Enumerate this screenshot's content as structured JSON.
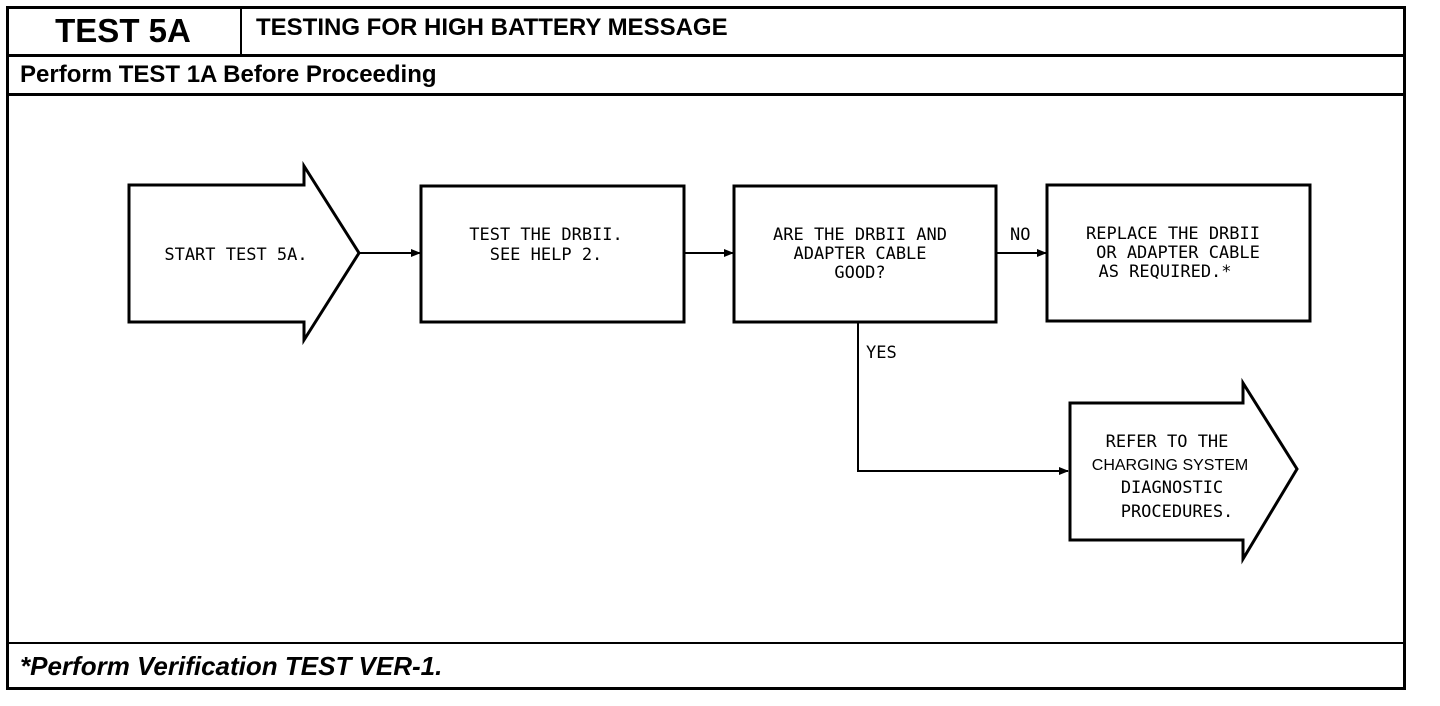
{
  "header": {
    "test_id": "TEST 5A",
    "title": "TESTING FOR HIGH BATTERY MESSAGE",
    "prerequisite": "Perform TEST 1A Before Proceeding"
  },
  "flow": {
    "start": {
      "lines": [
        "START TEST 5A."
      ]
    },
    "test_drb": {
      "lines": [
        "TEST THE DRBII.",
        "SEE HELP 2."
      ]
    },
    "decision": {
      "lines": [
        "ARE THE DRBII AND",
        "ADAPTER CABLE",
        "GOOD?"
      ]
    },
    "no_label": "NO",
    "yes_label": "YES",
    "replace": {
      "lines": [
        "REPLACE THE DRBII",
        "OR ADAPTER CABLE",
        "AS REQUIRED.*"
      ]
    },
    "refer": {
      "lines": [
        "REFER TO THE",
        "CHARGING SYSTEM",
        "DIAGNOSTIC",
        "PROCEDURES."
      ]
    }
  },
  "footer": {
    "note": "*Perform Verification TEST VER-1."
  }
}
